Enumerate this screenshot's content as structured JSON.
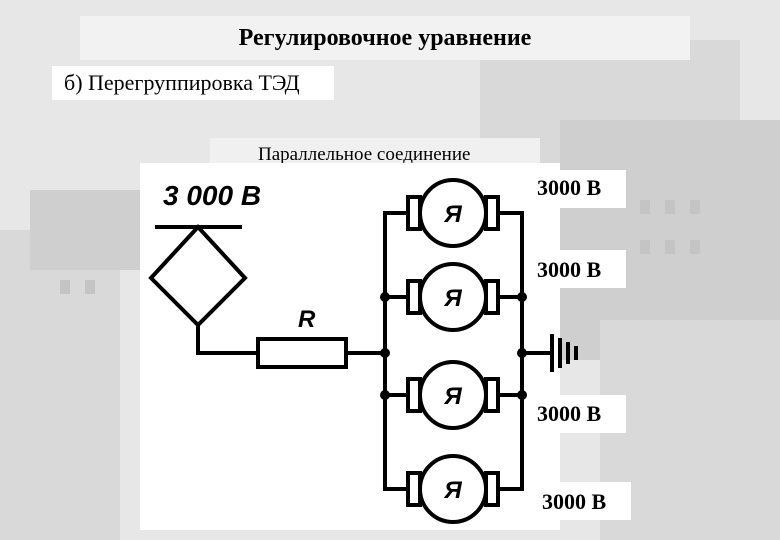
{
  "title": "Регулировочное уравнение",
  "subtitle": "б) Перегруппировка ТЭД",
  "caption": "Параллельное соединение",
  "source_voltage": "3 000 В",
  "resistor_label": "R",
  "motor_label": "Я",
  "motor_voltages": [
    "3000 В",
    "3000 В",
    "3000 В",
    "3000 В"
  ]
}
